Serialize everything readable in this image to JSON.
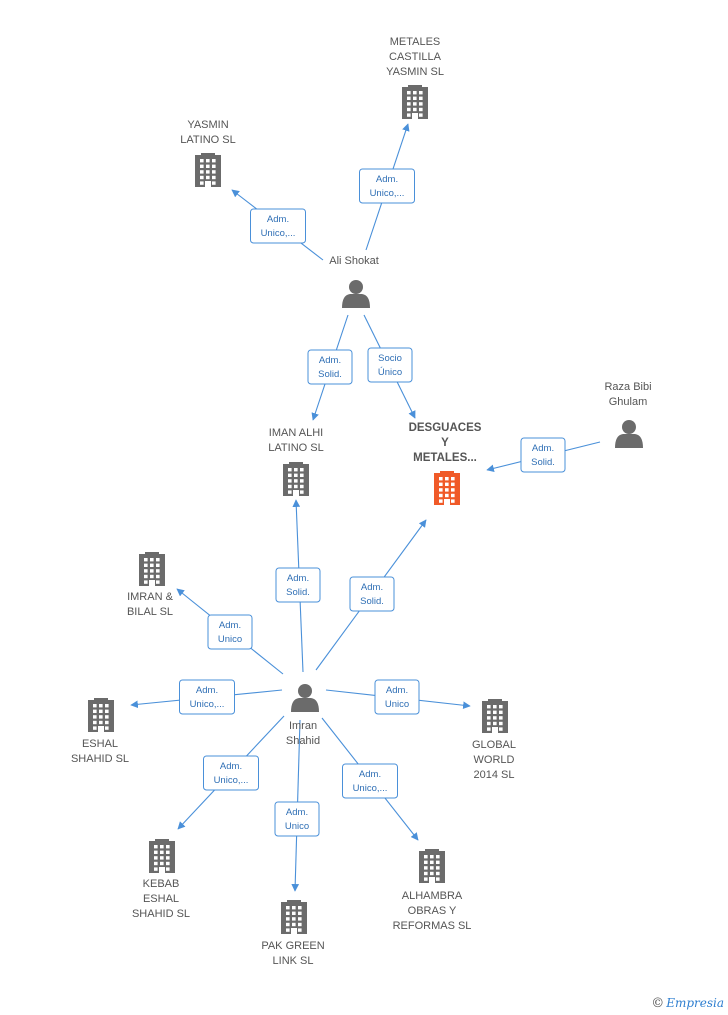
{
  "colors": {
    "edge": "#4a90d9",
    "company": "#6b6b6b",
    "focus_company": "#f05a28",
    "person": "#6b6b6b"
  },
  "nodes": [
    {
      "id": "metales",
      "kind": "company",
      "lines": [
        "METALES",
        "CASTILLA",
        "YASMIN  SL"
      ]
    },
    {
      "id": "yasmin",
      "kind": "company",
      "lines": [
        "YASMIN",
        "LATINO  SL"
      ]
    },
    {
      "id": "ali",
      "kind": "person",
      "lines": [
        "Ali Shokat"
      ]
    },
    {
      "id": "raza",
      "kind": "person",
      "lines": [
        "Raza Bibi",
        "Ghulam"
      ]
    },
    {
      "id": "iman",
      "kind": "company",
      "lines": [
        "IMAN ALHI",
        "LATINO SL"
      ]
    },
    {
      "id": "desguaces",
      "kind": "company",
      "focus": true,
      "lines": [
        "DESGUACES",
        "Y",
        "METALES..."
      ]
    },
    {
      "id": "imranbilal",
      "kind": "company",
      "lines": [
        "IMRAN &",
        "BILAL  SL"
      ]
    },
    {
      "id": "imran",
      "kind": "person",
      "lines": [
        "Imran",
        "Shahid"
      ]
    },
    {
      "id": "eshal",
      "kind": "company",
      "lines": [
        "ESHAL",
        "SHAHID  SL"
      ]
    },
    {
      "id": "global",
      "kind": "company",
      "lines": [
        "GLOBAL",
        "WORLD",
        "2014  SL"
      ]
    },
    {
      "id": "kebab",
      "kind": "company",
      "lines": [
        "KEBAB",
        "ESHAL",
        "SHAHID  SL"
      ]
    },
    {
      "id": "pak",
      "kind": "company",
      "lines": [
        "PAK GREEN",
        "LINK  SL"
      ]
    },
    {
      "id": "alhambra",
      "kind": "company",
      "lines": [
        "ALHAMBRA",
        "OBRAS Y",
        "REFORMAS  SL"
      ]
    }
  ],
  "edges": [
    {
      "from": "ali",
      "to": "metales",
      "label": [
        "Adm.",
        "Unico,..."
      ]
    },
    {
      "from": "ali",
      "to": "yasmin",
      "label": [
        "Adm.",
        "Unico,..."
      ]
    },
    {
      "from": "ali",
      "to": "iman",
      "label": [
        "Adm.",
        "Solid."
      ]
    },
    {
      "from": "ali",
      "to": "desguaces",
      "label": [
        "Socio",
        "Único"
      ]
    },
    {
      "from": "raza",
      "to": "desguaces",
      "label": [
        "Adm.",
        "Solid."
      ]
    },
    {
      "from": "imran",
      "to": "iman",
      "label": [
        "Adm.",
        "Solid."
      ]
    },
    {
      "from": "imran",
      "to": "desguaces",
      "label": [
        "Adm.",
        "Solid."
      ]
    },
    {
      "from": "imran",
      "to": "imranbilal",
      "label": [
        "Adm.",
        "Unico"
      ]
    },
    {
      "from": "imran",
      "to": "eshal",
      "label": [
        "Adm.",
        "Unico,..."
      ]
    },
    {
      "from": "imran",
      "to": "global",
      "label": [
        "Adm.",
        "Unico"
      ]
    },
    {
      "from": "imran",
      "to": "kebab",
      "label": [
        "Adm.",
        "Unico,..."
      ]
    },
    {
      "from": "imran",
      "to": "pak",
      "label": [
        "Adm.",
        "Unico"
      ]
    },
    {
      "from": "imran",
      "to": "alhambra",
      "label": [
        "Adm.",
        "Unico,..."
      ]
    }
  ],
  "footer": {
    "copyright_symbol": "©",
    "brand": "Empresia"
  }
}
